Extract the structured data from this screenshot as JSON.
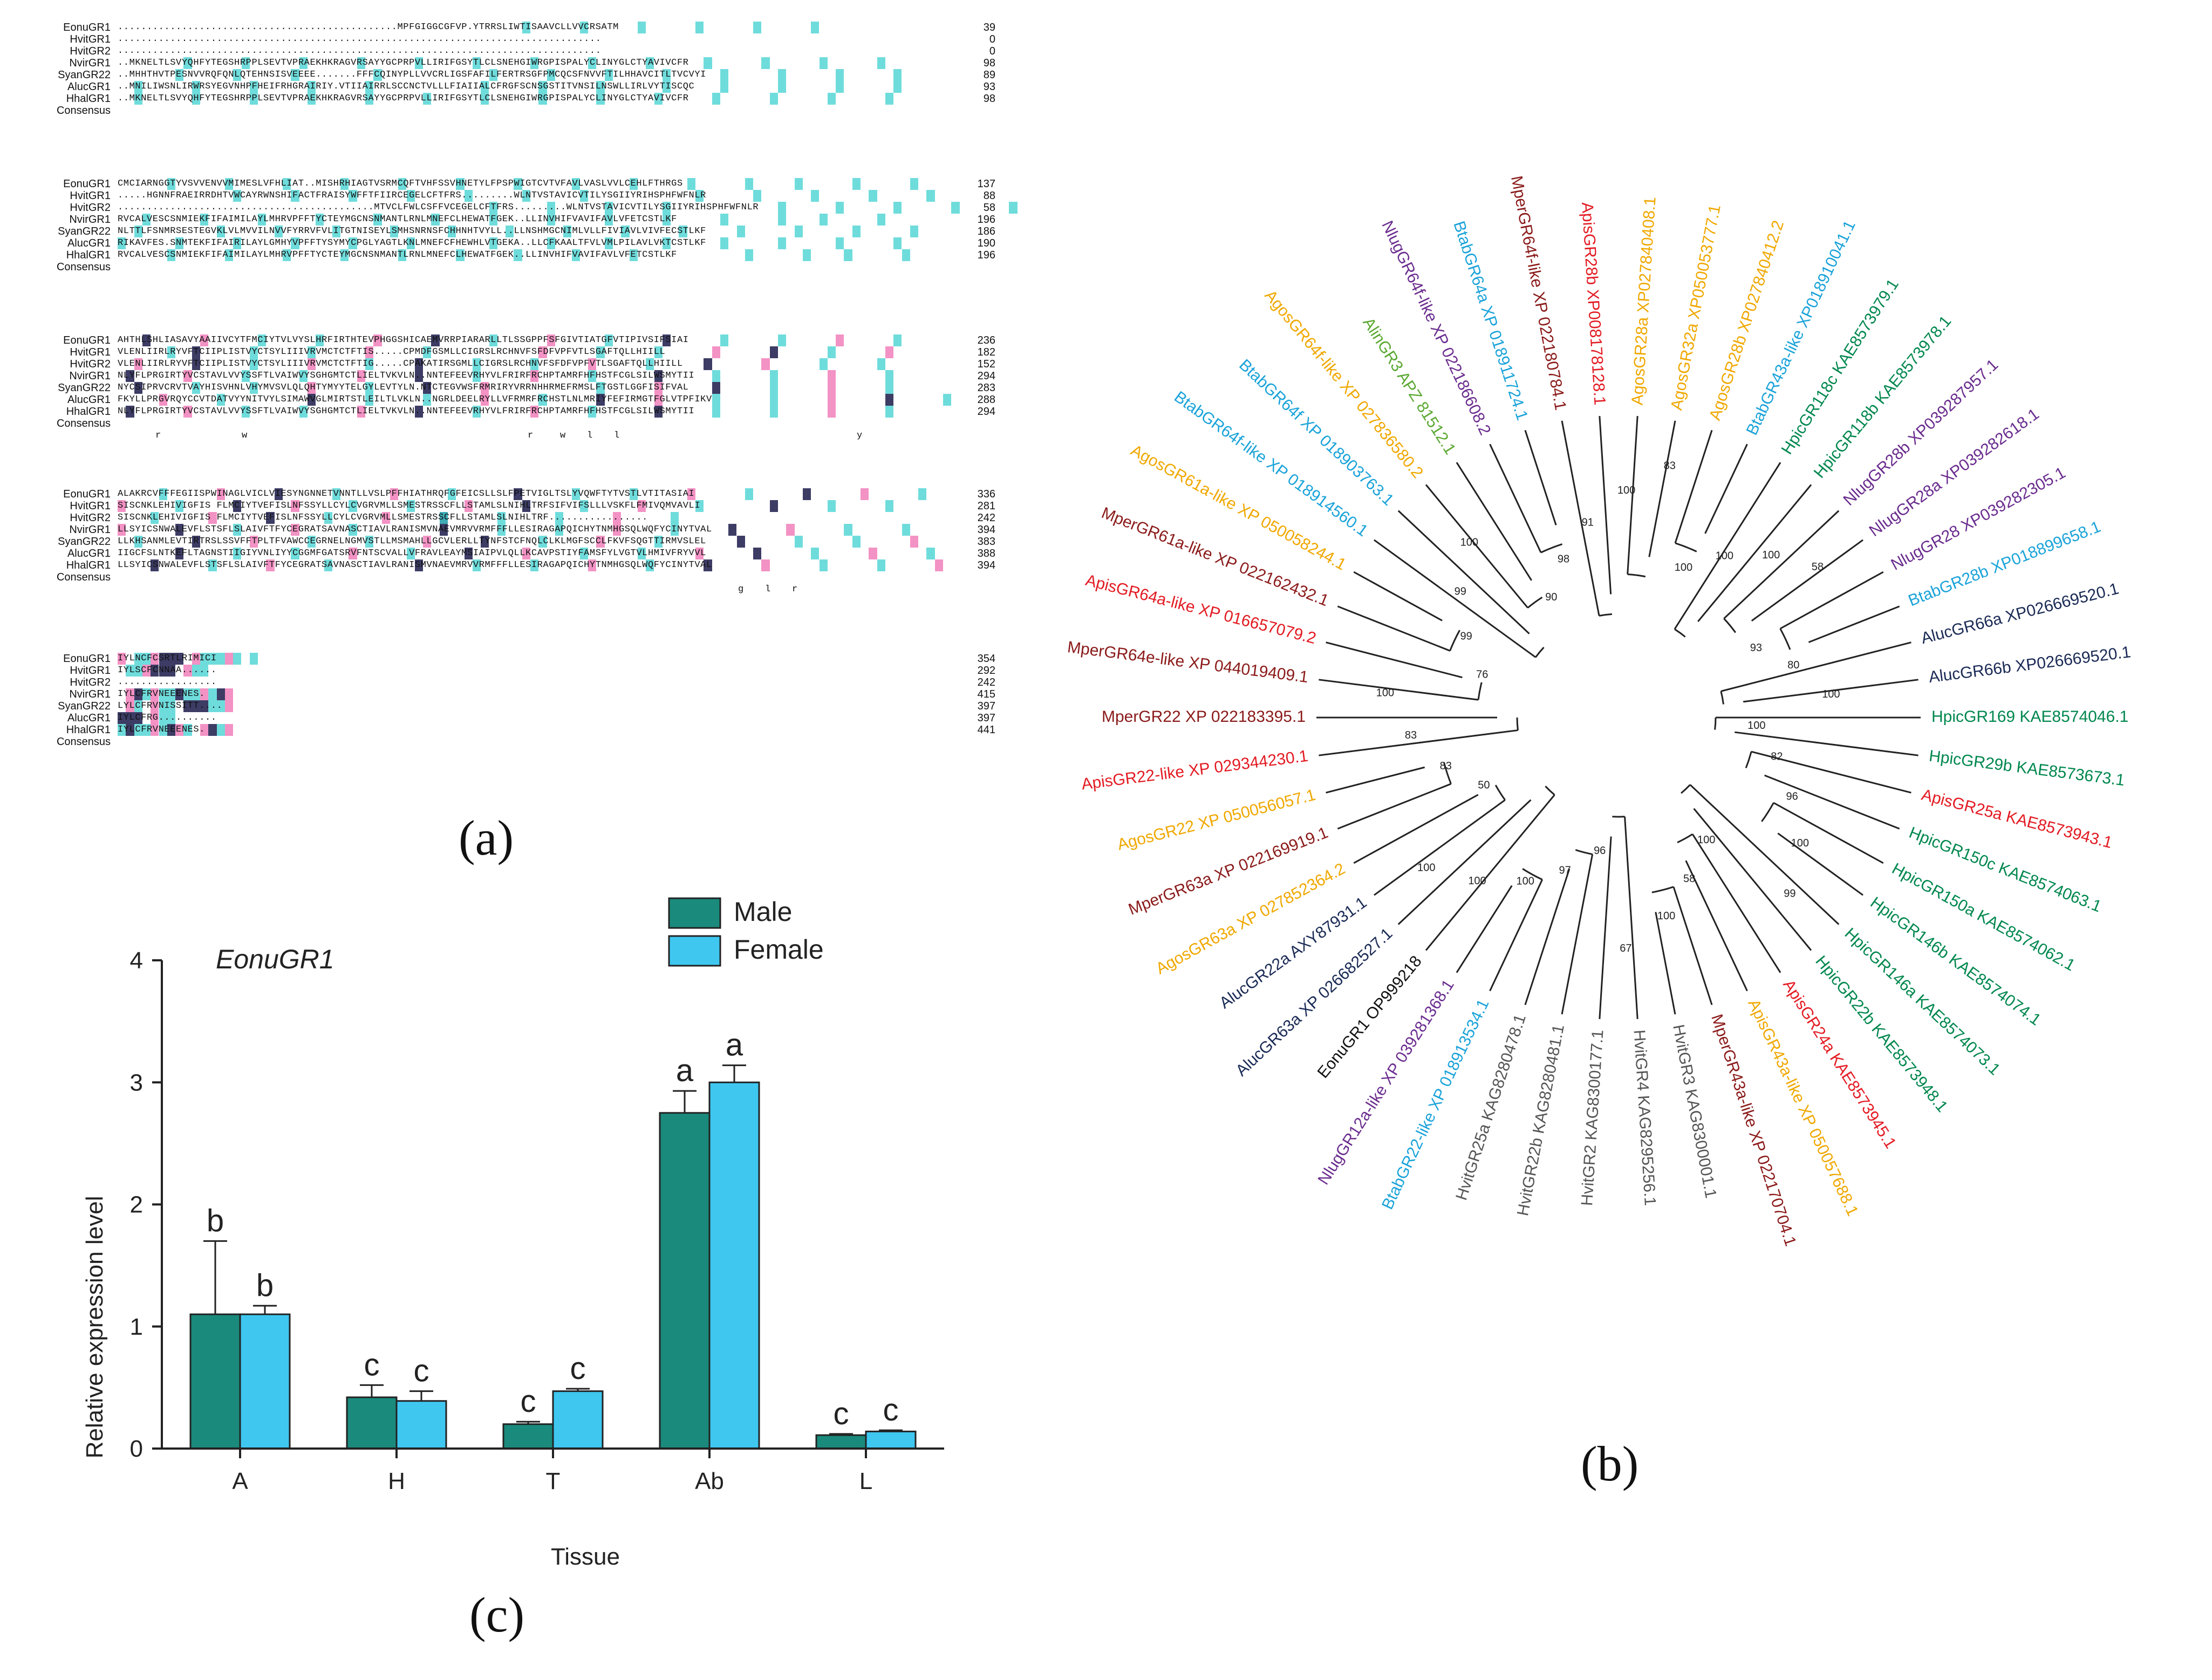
{
  "figure": {
    "labels": {
      "a": "(a)",
      "b": "(b)",
      "c": "(c)"
    }
  },
  "alignment": {
    "blocks": [
      {
        "rows": [
          {
            "name": "EonuGR1",
            "seq": "................................................MPFGIGGCGFVP.YTRRSLIWTISAAVCLLVVCRSATM",
            "num": "39"
          },
          {
            "name": "HvitGR1",
            "seq": "...................................................................................",
            "num": "0"
          },
          {
            "name": "HvitGR2",
            "seq": "...................................................................................",
            "num": "0"
          },
          {
            "name": "NvirGR1",
            "seq": "..MKNELTLSVYQHFYTEGSHRPPLSEVTVPRAEKHKRAGVRSAYYGCPRPVLLIRIFGSYTLCLSNEHGIWRGPISPALYCLINYGLCTYAVIVCFR",
            "num": "98"
          },
          {
            "name": "SyanGR22",
            "seq": "..MHHTHVTPESNVVRQFQNLQTEHNSISVEEEE.......FFFCQINYPLLVVCRLIGSFAFILFERTRSGFPMCQCSFNVVFTILHHAVCITLTVCVYI",
            "num": "89"
          },
          {
            "name": "AlucGR1",
            "seq": "..MNILIWSNLIRWRSYEGVNHPFHEIFRHGRAIRIY.VTIIAIRRLSCCNCTVLLLFIAIIALCFRGFSCNSGSTITVNSILNSWLLIRLVYTISCQC",
            "num": "93"
          },
          {
            "name": "HhalGR1",
            "seq": "..MKNELTLSVYQHFYTEGSHRPPLSEVTVPRAEKHKRAGVRSAYYGCPRPVLLIRIFGSYTLCLSNEHGIWRGPISPALYCLINYGLCTYAVIVCFR",
            "num": "98"
          },
          {
            "name": "Consensus",
            "seq": "",
            "num": ""
          }
        ]
      },
      {
        "rows": [
          {
            "name": "EonuGR1",
            "seq": "CMCIARNGGTYVSVVENVVMIMESLVFHLIAT..MISHRHIAGTVSRMCQFTVHFSSVHNETYLFPSPWIGTCVTVFAVLVASLVVLCEHLFTHRGS",
            "num": "137"
          },
          {
            "name": "HvitGR1",
            "seq": ".....HGNNFRAEIRRDHTVWCAYRWNSHIFACTFRAISYWFFTFIIRCEGELCFTFRS.........WLNTVSTAVICVTILYSGIIYRIHSPHFWFNLR",
            "num": "88"
          },
          {
            "name": "HvitGR2",
            "seq": "............................................MTVCLFWLCSFFVCEGELCFTFRS.........WLNTVSTAVICVTILYSGIIYRIHSPHFWFNLR",
            "num": "58"
          },
          {
            "name": "NvirGR1",
            "seq": "RVCALVESCSNMIEKFIFAIMILAYLMHRVPFFTYCTEYMGCNSNMANTLRNLMNEFCLHEWATFGEK..LLINVHIFVAVIFAVLVFETCSTLKF",
            "num": "196"
          },
          {
            "name": "SyanGR22",
            "seq": "NLTTLFSNMRSESTEGVKLVLMVVILNVVFYRRVFVLITGTNISEYLSMHSNRNSFCHHNHTVYLL..LLNSHMGCNIMLVLLFIVIAVLVIVFECSTLKF",
            "num": "186"
          },
          {
            "name": "AlucGR1",
            "seq": "RIKAVFES.SNMTEKFIFAIRILAYLGMHYVPFFTYSYMYCPGLYAGTLKNLMNEFCFHEWHLVTGEKA..LLCFKAALTFVLVMLPILAVLVKTCSTLKF",
            "num": "190"
          },
          {
            "name": "HhalGR1",
            "seq": "RVCALVESCSNMIEKFIFAIMILAYLMHRVPFFTYCTEYMGCNSNMANTLRNLMNEFCLHEWATFGEK..LLINVHIFVAVIFAVLVFETCSTLKF",
            "num": "196"
          },
          {
            "name": "Consensus",
            "seq": "",
            "num": ""
          }
        ]
      },
      {
        "rows": [
          {
            "name": "EonuGR1",
            "seq": "AHTHLSHLIASAVYAAIIVCYTFMCIYTVLVYSLHRFIRTHTEVPHGGSHICAEMVRRPIARARLLTLSSGPPFSFGIVTIATGFVTIPIVSIFSIAI",
            "num": "236"
          },
          {
            "name": "HvitGR1",
            "seq": "VLENLIIRLRYVFTCIIPLISTVYCTSYLIIIVRVMCTCTFTIS.....CPMDFGSMLLCIGRSLRCHNVFSFDFVPFVTLSGAFTQLLHIILL",
            "num": "182"
          },
          {
            "name": "HvitGR2",
            "seq": "VLENLIIRLRYVFTCIIPLISTVYCTSYLIIIVRVMCTCTFTIG.....CPAKATIRSGMLLCIGRSLRCHNVFSFDFVPFVTLSGAFTQLLHIILL",
            "num": "152"
          },
          {
            "name": "NvirGR1",
            "seq": "NLYFLPRGIRTYVCSTAVLVVYSSFTLVAIWVYSGHGMTCTLIELTVKVLN..NNTEFEEVRHYVLFRIRFRCHPTAMRFHFHSTFCGLSILWSMYTII",
            "num": "294"
          },
          {
            "name": "SyanGR22",
            "seq": "NYCSIPRVCRVTVAYHISVHNLVHYMVSVLQLQHTYMYYTELGYLEVTYLN.NTCTEGVWSFRMRIRYVRRNHHRMEFRMSLFTGSTLGGFISIFVAL",
            "num": "283"
          },
          {
            "name": "AlucGR1",
            "seq": "FKYLLPRGVRQYCCVTDATVYYNITVYLSIMAWVGLMIRTSTLEILTLVKLN..NGRLDEELRYLLVFRMRFRCHSTLNLMRIYFEFIRMGTFGLVTPFIKV",
            "num": "288"
          },
          {
            "name": "HhalGR1",
            "seq": "NLYFLPRGIRTYVCSTAVLVVYSSFTLVAIWVYSGHGMTCTLIELTVKVLN..NNTEFEEVRHYVLFRIRFRCHPTAMRFHFHSTFCGLSILWSMYTII",
            "num": "294"
          },
          {
            "name": "Consensus",
            "seq": "",
            "num": ""
          }
        ]
      },
      {
        "rows": [
          {
            "name": "EonuGR1",
            "seq": "ALAKRCVFFFEGIISPWINAGLVICLVIESYNGNNETVNNTLLVSLPFFHIATHRQFGFEICSLLSLFPETVIGLTSLYVQWFTYTVSTLVTITASIAI",
            "num": "336"
          },
          {
            "name": "HvitGR1",
            "seq": "SISCNKLEHIVIGFIS FLMCIYTVEFISLNFSSYLLCYLCVGRVMLLSMESTRSSCFLLSTAMLSLNIHLTRFSIFVIFSLLLVSKFLFMIVQMVAVLI",
            "num": "281"
          },
          {
            "name": "HvitGR2",
            "seq": "SISCNKLEHIVIGFIS FLMCIYTVEFISLNFSSYLLCYLCVGRVMLLSMESTRSSCFLLSTAMLSLNIHLTRF.................",
            "num": "242"
          },
          {
            "name": "NvirGR1",
            "seq": "LLSYICSNWALEVFLSTSFLSLAIVFTFYCEGRATSAVNASCTIAVLRANISMVNAEVMRVVRMFFFLLESIRAGAPQICHYTNMHGSQLWQFYCINYTVAL",
            "num": "394"
          },
          {
            "name": "SyanGR22",
            "seq": "LLKHSANMLEVTIRTRSLSSVFFTPLTFVAWCCEGRNELNGMVSTLLMSMAHLLGCVLERLLTYNFSTCFNQLCLKLMGFSCCLFKVFSQGTTIRMVSLEL",
            "num": "383"
          },
          {
            "name": "AlucGR1",
            "seq": "IIGCFSLNTKEFLTAGNSTIIGIYVNLIYYCGGMFGATSRVFNTSCVALLVFRAVLEAYMSIAIPVLQLLKCAVPSTIYFAMSFYLVGTVLHMIVFRYVVL",
            "num": "388"
          },
          {
            "name": "HhalGR1",
            "seq": "LLSYICSNWALEVFLSTSFLSLAIVFTFYCEGRATSAVNASCTIAVLRANISMVNAEVMRVVRMFFFLLESIRAGAPQICHYTNMHGSQLWQFYCINYTVAL",
            "num": "394"
          },
          {
            "name": "Consensus",
            "seq": "",
            "num": ""
          }
        ]
      },
      {
        "rows": [
          {
            "name": "EonuGR1",
            "seq": "IYLNCFCSRTLRIMICI",
            "num": "354"
          },
          {
            "name": "HvitGR1",
            "seq": "IYLSCFCNNAA......",
            "num": "292"
          },
          {
            "name": "HvitGR2",
            "seq": ".................",
            "num": "242"
          },
          {
            "name": "NvirGR1",
            "seq": "IYLCFRVNEEENES.",
            "num": "415"
          },
          {
            "name": "SyanGR22",
            "seq": "LYLCFRVNISSITT....",
            "num": "397"
          },
          {
            "name": "AlucGR1",
            "seq": "IYLCFRG..........",
            "num": "397"
          },
          {
            "name": "HhalGR1",
            "seq": "IYLCFRVNEEENES.",
            "num": "441"
          },
          {
            "name": "Consensus",
            "seq": "",
            "num": ""
          }
        ]
      }
    ],
    "consensus_marks": {
      "block3": [
        "r",
        "w",
        "r",
        "w",
        "l",
        "l",
        "y"
      ],
      "block4": [
        "g",
        "l",
        "r"
      ]
    },
    "colors": {
      "identity_cyan": "#3fd0d0",
      "similar_pink": "#f077b5",
      "conserved_dark": "#1a1a4a"
    }
  },
  "tree": {
    "taxa": [
      {
        "label": "HpicGR169 KAE8574046.1",
        "color": "#00874e"
      },
      {
        "label": "HpicGR29b KAE8573673.1",
        "color": "#00874e"
      },
      {
        "label": "ApisGR25a KAE8573943.1",
        "color": "#e31b23"
      },
      {
        "label": "HpicGR150c KAE8574063.1",
        "color": "#00874e"
      },
      {
        "label": "HpicGR150a KAE8574062.1",
        "color": "#00874e"
      },
      {
        "label": "HpicGR146b KAE8574074.1",
        "color": "#00874e"
      },
      {
        "label": "HpicGR146a KAE8574073.1",
        "color": "#00874e"
      },
      {
        "label": "HpicGR22b KAE8573948.1",
        "color": "#00874e"
      },
      {
        "label": "ApisGR24a KAE8573945.1",
        "color": "#e31b23"
      },
      {
        "label": "ApisGR43a-like XP 050057688.1",
        "color": "#f0a800"
      },
      {
        "label": "MperGR43a-like XP 022170704.1",
        "color": "#8b1a1a"
      },
      {
        "label": "HvitGR3 KAG8300001.1",
        "color": "#555555"
      },
      {
        "label": "HvitGR4 KAG8295256.1",
        "color": "#555555"
      },
      {
        "label": "HvitGR2 KAG8300177.1",
        "color": "#555555"
      },
      {
        "label": "HvitGR22b KAG8280481.1",
        "color": "#555555"
      },
      {
        "label": "HvitGR25a KAG8280478.1",
        "color": "#555555"
      },
      {
        "label": "BtabGR22-like XP 018913534.1",
        "color": "#1aa3d9"
      },
      {
        "label": "NlugGR12a-like XP 039281368.1",
        "color": "#6a2c8e"
      },
      {
        "label": "EonuGR1 OP999218",
        "color": "#111111"
      },
      {
        "label": "AlucGR63a XP 026682527.1",
        "color": "#1a2a55"
      },
      {
        "label": "AlucGR22a AXY87931.1",
        "color": "#1a2a55"
      },
      {
        "label": "AgosGR63a XP 027852364.2",
        "color": "#f0a800"
      },
      {
        "label": "MperGR63a XP 022169919.1",
        "color": "#8b1a1a"
      },
      {
        "label": "AgosGR22 XP 050056057.1",
        "color": "#f0a800"
      },
      {
        "label": "ApisGR22-like XP 029344230.1",
        "color": "#e31b23"
      },
      {
        "label": "MperGR22 XP 022183395.1",
        "color": "#8b1a1a"
      },
      {
        "label": "MperGR64e-like XP 044019409.1",
        "color": "#8b1a1a"
      },
      {
        "label": "ApisGR64a-like XP 016657079.2",
        "color": "#e31b23"
      },
      {
        "label": "MperGR61a-like XP 022162432.1",
        "color": "#8b1a1a"
      },
      {
        "label": "AgosGR61a-like XP 050058244.1",
        "color": "#f0a800"
      },
      {
        "label": "BtabGR64f-like XP 018914560.1",
        "color": "#1aa3d9"
      },
      {
        "label": "BtabGR64f XP 018903763.1",
        "color": "#1aa3d9"
      },
      {
        "label": "AgosGR64f-like XP 027836580.2",
        "color": "#f0a800"
      },
      {
        "label": "AlinGR3 APZ 81512.1",
        "color": "#5aa832"
      },
      {
        "label": "NlugGR64f-like XP 022186608.2",
        "color": "#6a2c8e"
      },
      {
        "label": "BtabGR64a XP 018911724.1",
        "color": "#1aa3d9"
      },
      {
        "label": "MperGR64f-like XP 022180784.1",
        "color": "#8b1a1a"
      },
      {
        "label": "ApisGR28b XP008178128.1",
        "color": "#e31b23"
      },
      {
        "label": "AgosGR28a XP027840408.1",
        "color": "#f0a800"
      },
      {
        "label": "AgosGR32a XP050053777.1",
        "color": "#f0a800"
      },
      {
        "label": "AgosGR28b XP027840412.2",
        "color": "#f0a800"
      },
      {
        "label": "BtabGR43a-like XP018910041.1",
        "color": "#1aa3d9"
      },
      {
        "label": "HpicGR118c KAE8573979.1",
        "color": "#00874e"
      },
      {
        "label": "HpicGR118b KAE8573978.1",
        "color": "#00874e"
      },
      {
        "label": "NlugGR28b XP039287957.1",
        "color": "#6a2c8e"
      },
      {
        "label": "NlugGR28a XP039282618.1",
        "color": "#6a2c8e"
      },
      {
        "label": "NlugGR28 XP039282305.1",
        "color": "#6a2c8e"
      },
      {
        "label": "BtabGR28b XP018899658.1",
        "color": "#1aa3d9"
      },
      {
        "label": "AlucGR66a XP026669520.1",
        "color": "#1a2a55"
      },
      {
        "label": "AlucGR66b XP026669520.1",
        "color": "#1a2a55"
      }
    ],
    "bootstraps": [
      "100",
      "82",
      "96",
      "100",
      "99",
      "100",
      "58",
      "100",
      "67",
      "96",
      "97",
      "100",
      "100",
      "100",
      "50",
      "83",
      "83",
      "100",
      "76",
      "99",
      "99",
      "100",
      "90",
      "98",
      "91",
      "100",
      "83",
      "100",
      "100",
      "100",
      "58",
      "93",
      "80",
      "100"
    ]
  },
  "chart_data": {
    "type": "bar",
    "title": "EonuGR1",
    "xlabel": "Tissue",
    "ylabel": "Relative expression level",
    "categories": [
      "A",
      "H",
      "T",
      "Ab",
      "L"
    ],
    "ylim": [
      0,
      4
    ],
    "yticks": [
      0,
      1,
      2,
      3,
      4
    ],
    "series": [
      {
        "name": "Male",
        "color": "#1a8a7c",
        "values": [
          1.1,
          0.42,
          0.2,
          2.75,
          0.11
        ],
        "errors": [
          0.6,
          0.1,
          0.02,
          0.18,
          0.01
        ],
        "letters": [
          "b",
          "c",
          "c",
          "a",
          "c"
        ]
      },
      {
        "name": "Female",
        "color": "#3fc7f0",
        "values": [
          1.1,
          0.39,
          0.47,
          3.0,
          0.14
        ],
        "errors": [
          0.07,
          0.08,
          0.02,
          0.14,
          0.01
        ],
        "letters": [
          "b",
          "c",
          "c",
          "a",
          "c"
        ]
      }
    ],
    "legend_position": "top-right"
  }
}
